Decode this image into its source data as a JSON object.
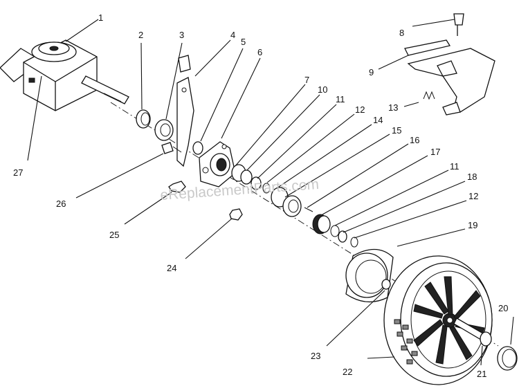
{
  "watermark": "eReplacementParts.com",
  "callouts": {
    "c1": "1",
    "c2": "2",
    "c3": "3",
    "c4": "4",
    "c5": "5",
    "c6": "6",
    "c7": "7",
    "c8": "8",
    "c9": "9",
    "c10": "10",
    "c11a": "11",
    "c11b": "11",
    "c12a": "12",
    "c12b": "12",
    "c13": "13",
    "c14": "14",
    "c15": "15",
    "c16": "16",
    "c17": "17",
    "c18": "18",
    "c19": "19",
    "c20": "20",
    "c21": "21",
    "c22": "22",
    "c23": "23",
    "c24": "24",
    "c25": "25",
    "c26": "26",
    "c27": "27"
  }
}
